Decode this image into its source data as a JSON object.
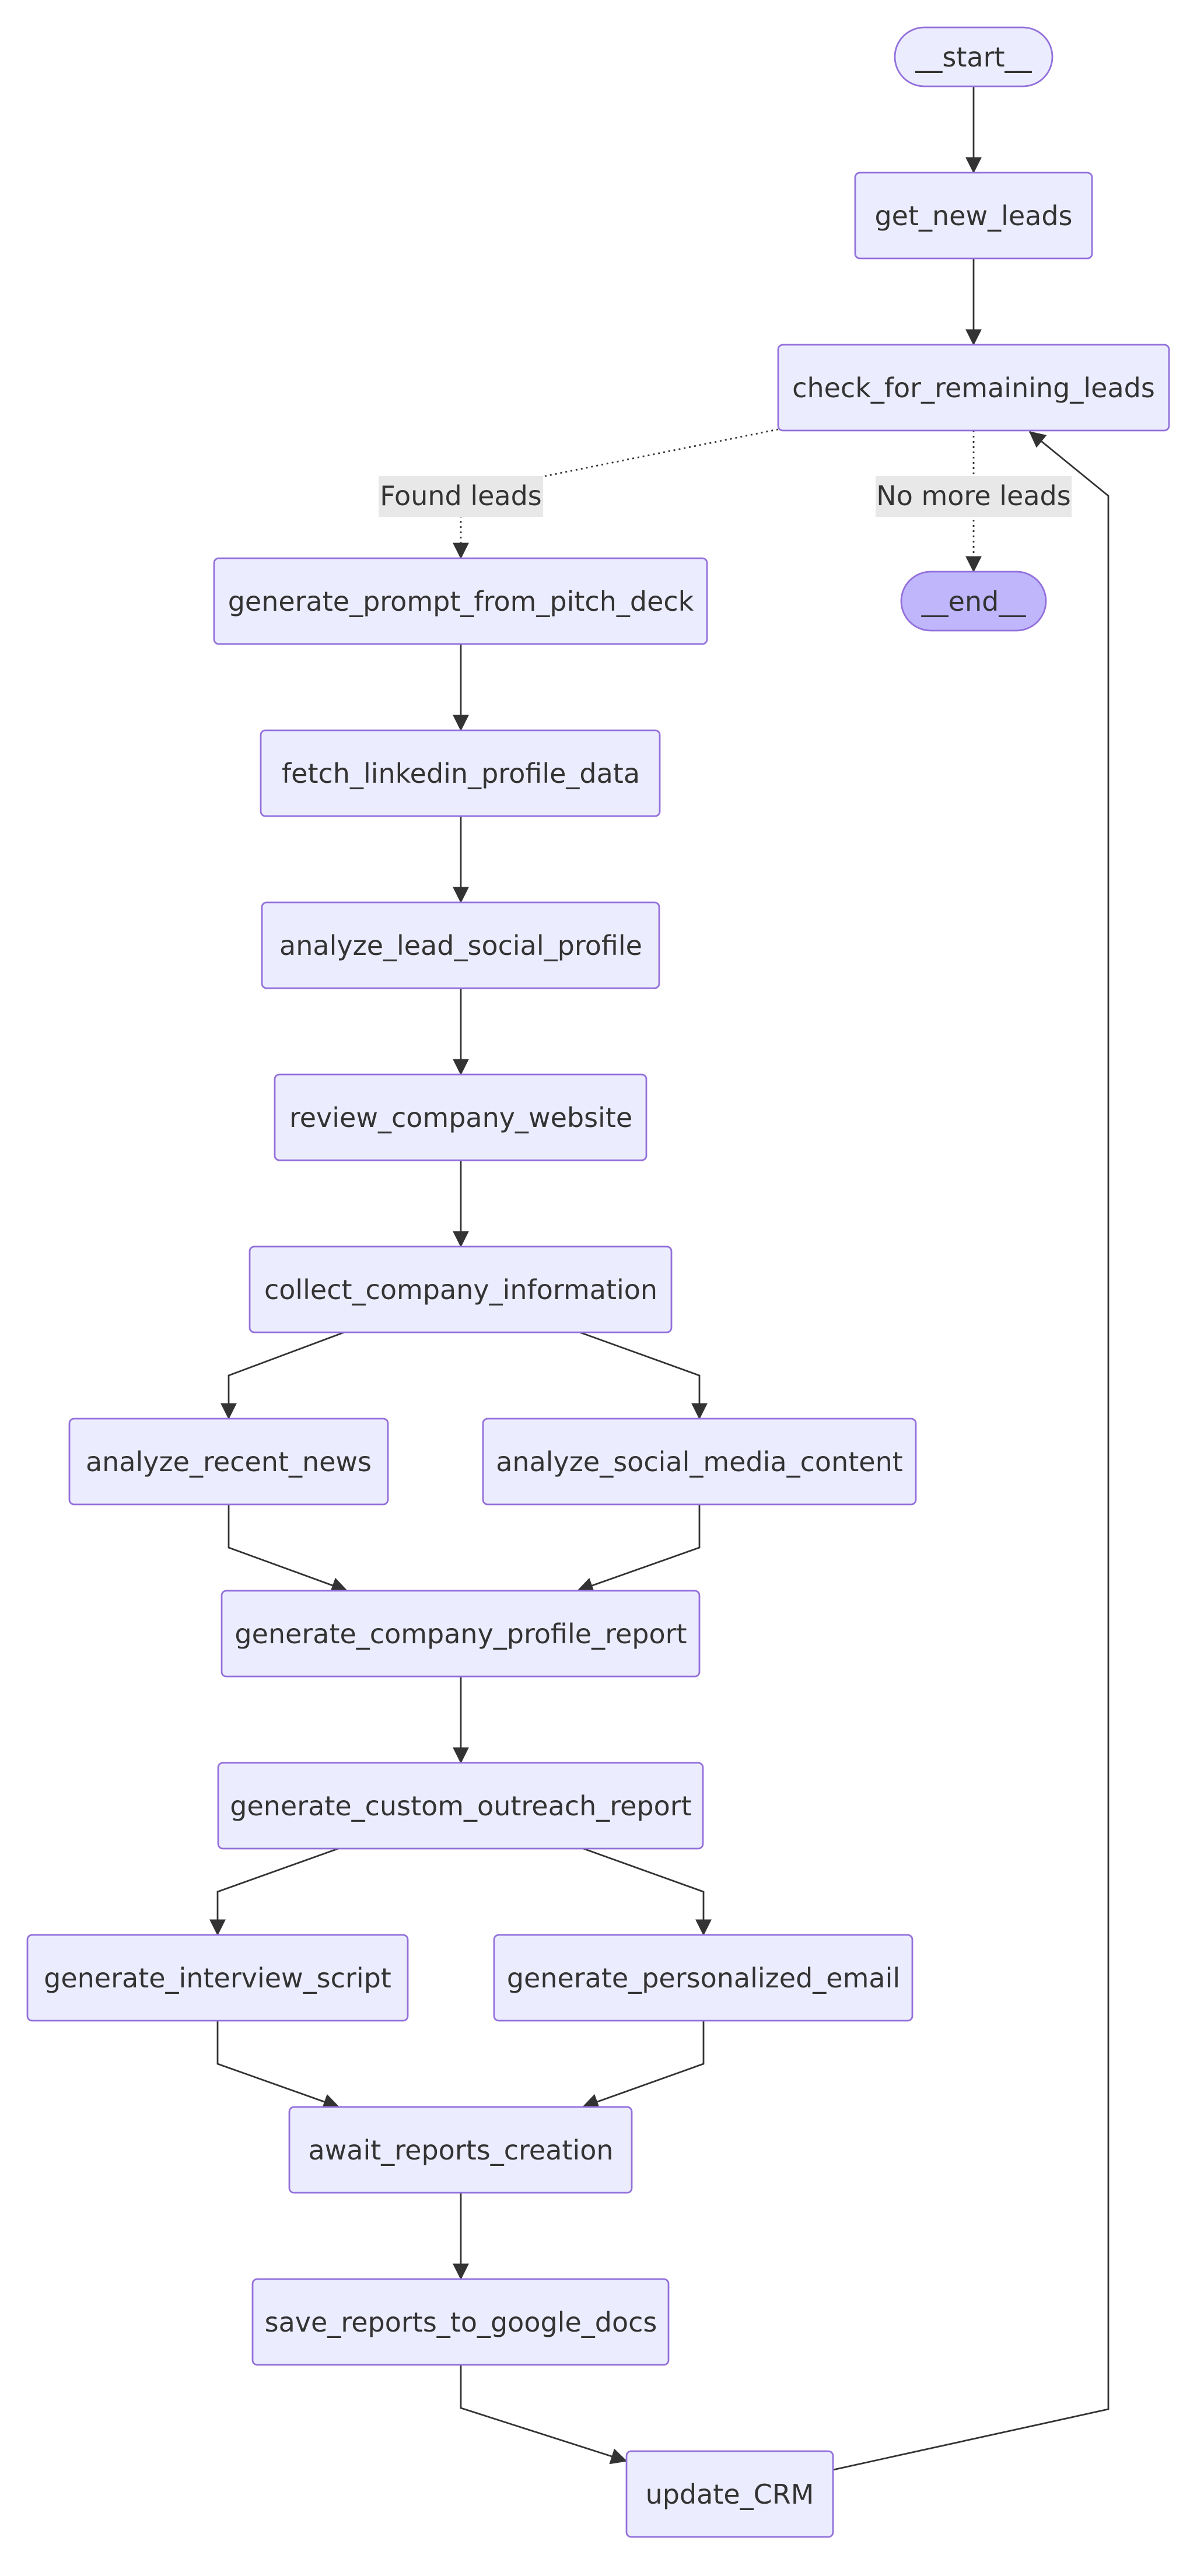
{
  "diagram": {
    "type": "flowchart",
    "colors": {
      "node_fill": "#ECECFF",
      "node_stroke": "#9370DB",
      "end_fill": "#BFB6FC",
      "edge": "#333333",
      "edge_label_bg": "#E8E8E8",
      "text": "#333333"
    },
    "nodes": {
      "start": "__start__",
      "get_new_leads": "get_new_leads",
      "check_for_remaining_leads": "check_for_remaining_leads",
      "generate_prompt_from_pitch_deck": "generate_prompt_from_pitch_deck",
      "end": "__end__",
      "fetch_linkedin_profile_data": "fetch_linkedin_profile_data",
      "analyze_lead_social_profile": "analyze_lead_social_profile",
      "review_company_website": "review_company_website",
      "collect_company_information": "collect_company_information",
      "analyze_recent_news": "analyze_recent_news",
      "analyze_social_media_content": "analyze_social_media_content",
      "generate_company_profile_report": "generate_company_profile_report",
      "generate_custom_outreach_report": "generate_custom_outreach_report",
      "generate_interview_script": "generate_interview_script",
      "generate_personalized_email": "generate_personalized_email",
      "await_reports_creation": "await_reports_creation",
      "save_reports_to_google_docs": "save_reports_to_google_docs",
      "update_CRM": "update_CRM"
    },
    "edge_labels": {
      "found_leads": "Found leads",
      "no_more_leads": "No more leads"
    },
    "edges": [
      {
        "from": "start",
        "to": "get_new_leads",
        "style": "solid"
      },
      {
        "from": "get_new_leads",
        "to": "check_for_remaining_leads",
        "style": "solid"
      },
      {
        "from": "check_for_remaining_leads",
        "to": "generate_prompt_from_pitch_deck",
        "style": "dotted",
        "label": "Found leads"
      },
      {
        "from": "check_for_remaining_leads",
        "to": "end",
        "style": "dotted",
        "label": "No more leads"
      },
      {
        "from": "generate_prompt_from_pitch_deck",
        "to": "fetch_linkedin_profile_data",
        "style": "solid"
      },
      {
        "from": "fetch_linkedin_profile_data",
        "to": "analyze_lead_social_profile",
        "style": "solid"
      },
      {
        "from": "analyze_lead_social_profile",
        "to": "review_company_website",
        "style": "solid"
      },
      {
        "from": "review_company_website",
        "to": "collect_company_information",
        "style": "solid"
      },
      {
        "from": "collect_company_information",
        "to": "analyze_recent_news",
        "style": "solid"
      },
      {
        "from": "collect_company_information",
        "to": "analyze_social_media_content",
        "style": "solid"
      },
      {
        "from": "analyze_recent_news",
        "to": "generate_company_profile_report",
        "style": "solid"
      },
      {
        "from": "analyze_social_media_content",
        "to": "generate_company_profile_report",
        "style": "solid"
      },
      {
        "from": "generate_company_profile_report",
        "to": "generate_custom_outreach_report",
        "style": "solid"
      },
      {
        "from": "generate_custom_outreach_report",
        "to": "generate_interview_script",
        "style": "solid"
      },
      {
        "from": "generate_custom_outreach_report",
        "to": "generate_personalized_email",
        "style": "solid"
      },
      {
        "from": "generate_interview_script",
        "to": "await_reports_creation",
        "style": "solid"
      },
      {
        "from": "generate_personalized_email",
        "to": "await_reports_creation",
        "style": "solid"
      },
      {
        "from": "await_reports_creation",
        "to": "save_reports_to_google_docs",
        "style": "solid"
      },
      {
        "from": "save_reports_to_google_docs",
        "to": "update_CRM",
        "style": "solid"
      },
      {
        "from": "update_CRM",
        "to": "check_for_remaining_leads",
        "style": "solid"
      }
    ]
  }
}
